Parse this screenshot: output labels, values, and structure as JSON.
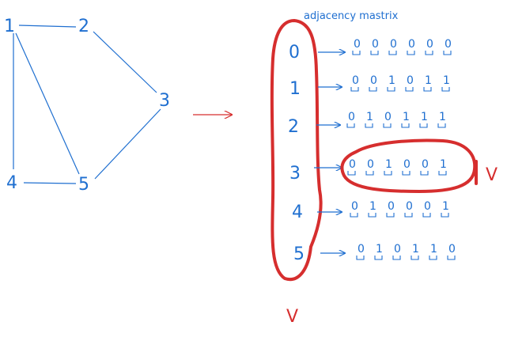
{
  "colors": {
    "blue": "#1f6fd0",
    "red": "#d62e2e"
  },
  "graph": {
    "nodes": [
      {
        "id": "n1",
        "label": "1"
      },
      {
        "id": "n2",
        "label": "2"
      },
      {
        "id": "n3",
        "label": "3"
      },
      {
        "id": "n4",
        "label": "4"
      },
      {
        "id": "n5",
        "label": "5"
      }
    ],
    "edges": [
      [
        "n1",
        "n2"
      ],
      [
        "n1",
        "n4"
      ],
      [
        "n1",
        "n5"
      ],
      [
        "n2",
        "n3"
      ],
      [
        "n3",
        "n5"
      ],
      [
        "n4",
        "n5"
      ]
    ]
  },
  "matrix": {
    "title": "adjacency mastrix",
    "row_labels": [
      "0",
      "1",
      "2",
      "3",
      "4",
      "5"
    ],
    "rows": [
      [
        "0",
        "0",
        "0",
        "0",
        "0",
        "0"
      ],
      [
        "0",
        "0",
        "1",
        "0",
        "1",
        "1"
      ],
      [
        "0",
        "1",
        "",
        "0",
        "1",
        "1",
        "1"
      ],
      [
        "0",
        "0",
        "1",
        "0",
        "0",
        "1"
      ],
      [
        "0",
        "1",
        "",
        "0",
        "0",
        "0",
        "1"
      ],
      [
        "0",
        "1",
        "",
        "0",
        "1",
        "1",
        "0"
      ]
    ],
    "highlighted_row_index": 3,
    "column_label": "V",
    "row_label": "V"
  }
}
